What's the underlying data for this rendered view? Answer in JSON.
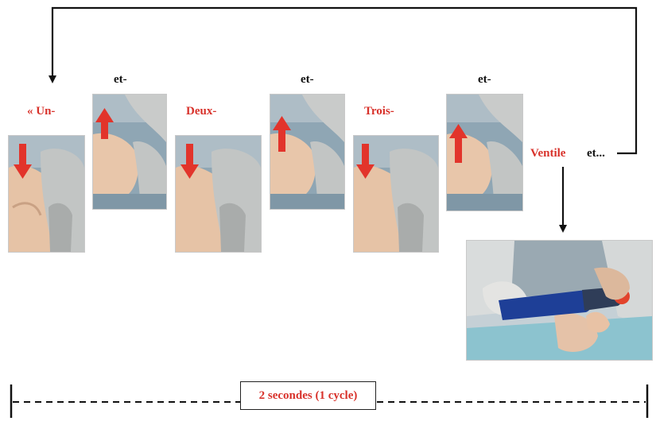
{
  "steps": [
    {
      "word": "« Un-",
      "direction": "down",
      "icon": "arrow-down-icon"
    },
    {
      "word": "et-",
      "direction": "up",
      "icon": "arrow-up-icon"
    },
    {
      "word": "Deux-",
      "direction": "down",
      "icon": "arrow-down-icon"
    },
    {
      "word": "et-",
      "direction": "up",
      "icon": "arrow-up-icon"
    },
    {
      "word": "Trois-",
      "direction": "down",
      "icon": "arrow-down-icon"
    },
    {
      "word": "et-",
      "direction": "up",
      "icon": "arrow-up-icon"
    }
  ],
  "ventilate_label": "Ventile",
  "continue_label": "et...",
  "timeline_label": "2 secondes (1 cycle)",
  "colors": {
    "accent": "#d8322b",
    "line": "#222222"
  }
}
